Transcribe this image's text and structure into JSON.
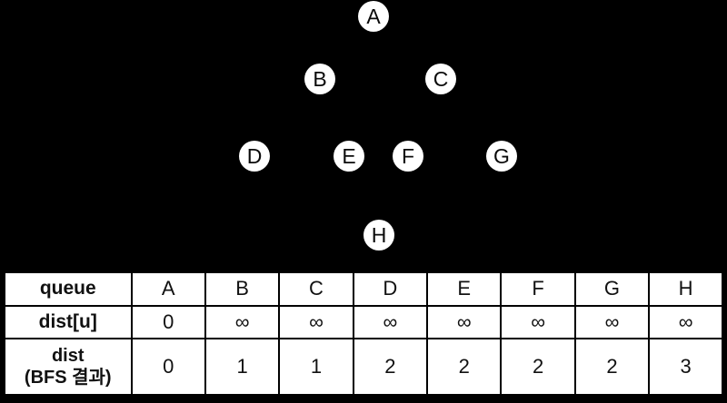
{
  "graph": {
    "nodes": [
      {
        "label": "A"
      },
      {
        "label": "B"
      },
      {
        "label": "C"
      },
      {
        "label": "D"
      },
      {
        "label": "E"
      },
      {
        "label": "F"
      },
      {
        "label": "G"
      },
      {
        "label": "H"
      }
    ]
  },
  "table": {
    "rows": [
      {
        "label": "queue",
        "cells": [
          "A",
          "B",
          "C",
          "D",
          "E",
          "F",
          "G",
          "H"
        ]
      },
      {
        "label": "dist[u]",
        "cells": [
          "0",
          "∞",
          "∞",
          "∞",
          "∞",
          "∞",
          "∞",
          "∞"
        ]
      },
      {
        "label_line1": "dist",
        "label_line2": "(BFS 결과)",
        "cells": [
          "0",
          "1",
          "1",
          "2",
          "2",
          "2",
          "2",
          "3"
        ]
      }
    ]
  },
  "colors": {
    "background": "#000000",
    "node_fill": "#ffffff",
    "node_text": "#0a0a0a",
    "table_bg": "#ffffff",
    "table_border": "#000000",
    "table_text": "#111111"
  }
}
